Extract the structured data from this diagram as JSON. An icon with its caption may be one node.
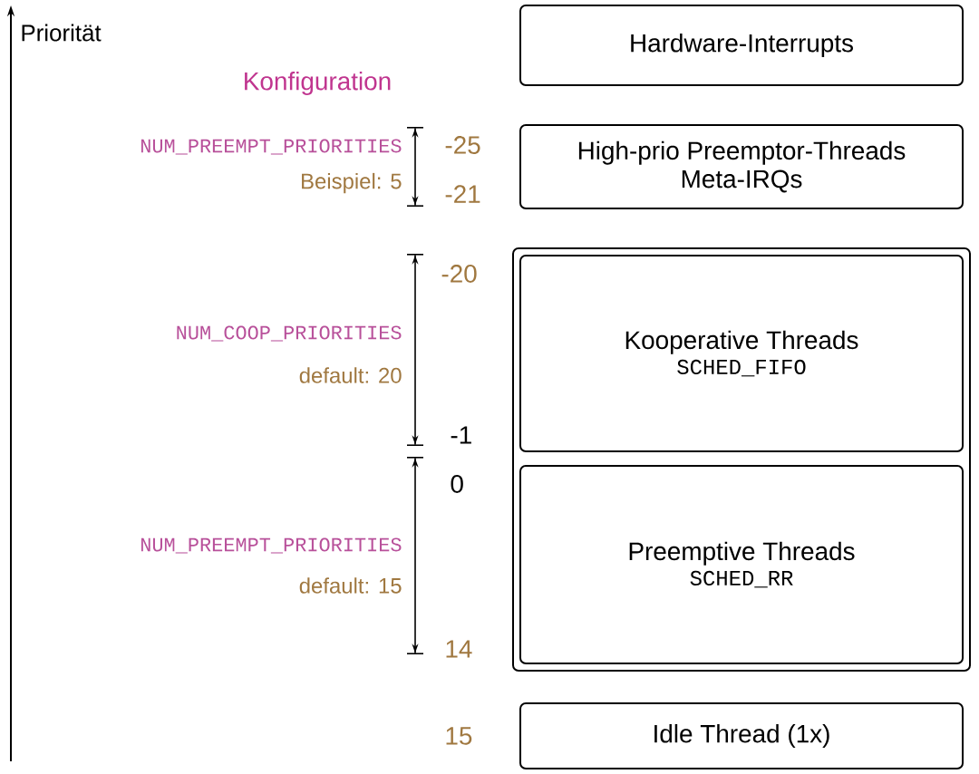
{
  "diagram": {
    "nodes": [
      {
        "text": [
          "Hardware-Interrupts"
        ]
      },
      {
        "text": [
          "High-prio Preemptor-Threads",
          "Meta-IRQs"
        ]
      },
      {
        "text": [],
        "shape": "box"
      },
      {
        "text": [
          "Kooperative Threads",
          "SCHED_FIFO"
        ],
        "in": 2
      },
      {
        "text": [
          "Preemptive Threads",
          "SCHED_RR"
        ],
        "in": 2
      },
      {
        "text": [
          "Idle Thread (1x)"
        ]
      }
    ],
    "labels": [
      "Priorität",
      "Konfiguration",
      "NUM_PREEMPT_PRIORITIES",
      "-25",
      "Beispiel: 5",
      "-21",
      "-20",
      "NUM_COOP_PRIORITIES",
      "default: 20",
      "-1",
      "0",
      "NUM_PREEMPT_PRIORITIES",
      "default: 15",
      "14",
      "15"
    ]
  }
}
